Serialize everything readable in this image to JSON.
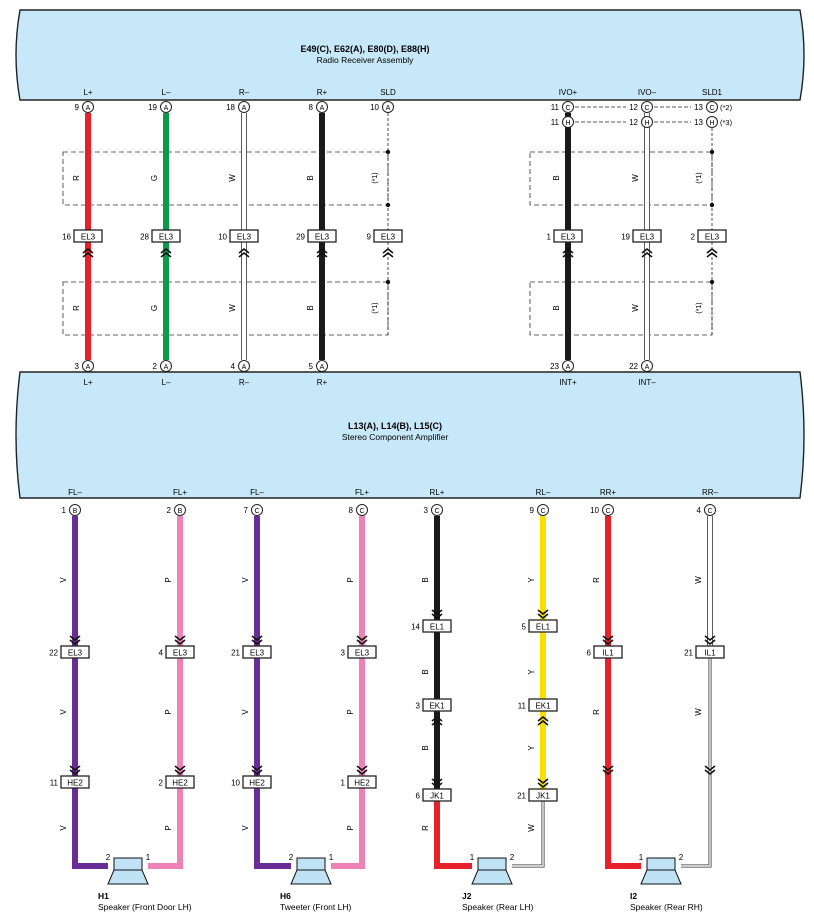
{
  "colors": {
    "component_fill": "#c6e8f8",
    "R": "#e8202a",
    "G": "#0a9a4a",
    "W": "#ffffff",
    "B": "#1a1a1a",
    "V": "#6a2c96",
    "P": "#ee82b8",
    "Y": "#f5e000",
    "outline": "#222222"
  },
  "radio": {
    "codes": "E49(C), E62(A), E80(D), E88(H)",
    "name": "Radio Receiver Assembly"
  },
  "amp": {
    "codes": "L13(A), L14(B), L15(C)",
    "name": "Stereo Component Amplifier"
  },
  "radio_pins": [
    {
      "label": "L+",
      "pin": "9",
      "conn": "A"
    },
    {
      "label": "L–",
      "pin": "19",
      "conn": "A"
    },
    {
      "label": "R–",
      "pin": "18",
      "conn": "A"
    },
    {
      "label": "R+",
      "pin": "8",
      "conn": "A"
    },
    {
      "label": "SLD",
      "pin": "10",
      "conn": "A"
    },
    {
      "label": "IVO+",
      "pin": "11",
      "conn": "C"
    },
    {
      "label": "IVO–",
      "pin": "12",
      "conn": "C"
    },
    {
      "label": "SLD1",
      "pin": "13",
      "conn": "C"
    }
  ],
  "radio_alt_pins": [
    {
      "pin": "11",
      "conn": "H"
    },
    {
      "pin": "12",
      "conn": "H"
    },
    {
      "pin": "13",
      "conn": "H"
    }
  ],
  "notes": {
    "star1": "(*1)",
    "star2": "(*2)",
    "star3": "(*3)"
  },
  "el3_upper": [
    {
      "pin": "16",
      "name": "EL3"
    },
    {
      "pin": "28",
      "name": "EL3"
    },
    {
      "pin": "10",
      "name": "EL3"
    },
    {
      "pin": "29",
      "name": "EL3"
    },
    {
      "pin": "9",
      "name": "EL3"
    },
    {
      "pin": "1",
      "name": "EL3"
    },
    {
      "pin": "19",
      "name": "EL3"
    },
    {
      "pin": "2",
      "name": "EL3"
    }
  ],
  "upper_wire_colors": [
    "R",
    "G",
    "W",
    "B",
    "B",
    "W"
  ],
  "amp_in_pins": [
    {
      "label": "L+",
      "pin": "3",
      "conn": "A"
    },
    {
      "label": "L–",
      "pin": "2",
      "conn": "A"
    },
    {
      "label": "R–",
      "pin": "4",
      "conn": "A"
    },
    {
      "label": "R+",
      "pin": "5",
      "conn": "A"
    },
    {
      "label": "INT+",
      "pin": "23",
      "conn": "A"
    },
    {
      "label": "INT–",
      "pin": "22",
      "conn": "A"
    }
  ],
  "amp_out_pins": [
    {
      "label": "FL–",
      "pin": "1",
      "conn": "B"
    },
    {
      "label": "FL+",
      "pin": "2",
      "conn": "B"
    },
    {
      "label": "FL–",
      "pin": "7",
      "conn": "C"
    },
    {
      "label": "FL+",
      "pin": "8",
      "conn": "C"
    },
    {
      "label": "RL+",
      "pin": "3",
      "conn": "C"
    },
    {
      "label": "RL–",
      "pin": "9",
      "conn": "C"
    },
    {
      "label": "RR+",
      "pin": "10",
      "conn": "C"
    },
    {
      "label": "RR–",
      "pin": "4",
      "conn": "C"
    }
  ],
  "lower_wire_colors": [
    "V",
    "P",
    "V",
    "P",
    "B",
    "Y",
    "R",
    "W"
  ],
  "lower_conn1": [
    {
      "pin": "22",
      "name": "EL3"
    },
    {
      "pin": "4",
      "name": "EL3"
    },
    {
      "pin": "21",
      "name": "EL3"
    },
    {
      "pin": "3",
      "name": "EL3"
    },
    {
      "pin": "14",
      "name": "EL1"
    },
    {
      "pin": "5",
      "name": "EL1"
    },
    {
      "pin": "6",
      "name": "IL1"
    },
    {
      "pin": "21",
      "name": "IL1"
    }
  ],
  "ek1": [
    {
      "pin": "3",
      "name": "EK1"
    },
    {
      "pin": "11",
      "name": "EK1"
    }
  ],
  "he2": [
    {
      "pin": "11",
      "name": "HE2"
    },
    {
      "pin": "2",
      "name": "HE2"
    },
    {
      "pin": "10",
      "name": "HE2"
    },
    {
      "pin": "1",
      "name": "HE2"
    }
  ],
  "jk1": [
    {
      "pin": "6",
      "name": "JK1"
    },
    {
      "pin": "21",
      "name": "JK1"
    }
  ],
  "speakers": [
    {
      "code": "H1",
      "name": "Speaker (Front Door LH)",
      "pin_left": "2",
      "pin_right": "1"
    },
    {
      "code": "H6",
      "name": "Tweeter (Front LH)",
      "pin_left": "2",
      "pin_right": "1"
    },
    {
      "code": "J2",
      "name": "Speaker (Rear LH)",
      "pin_left": "1",
      "pin_right": "2"
    },
    {
      "code": "I2",
      "name": "Speaker (Rear RH)",
      "pin_left": "1",
      "pin_right": "2"
    }
  ]
}
